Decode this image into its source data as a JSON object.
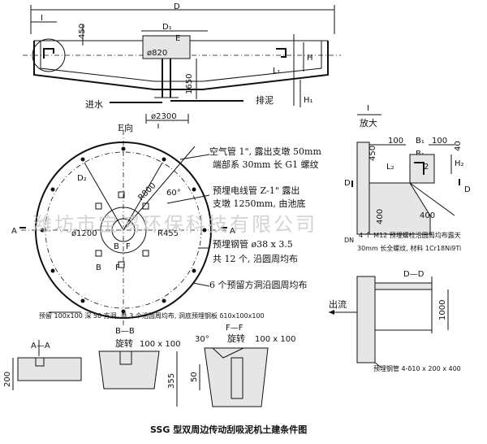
{
  "top_section": {
    "dim_D": "D",
    "dim_D1": "D₁",
    "label_E": "E",
    "dim_I": "I",
    "dim_450": "450",
    "dim_820": "ø820",
    "dim_1650": "1650",
    "dim_H": "H",
    "dim_H1": "H₁",
    "dim_L1": "L₁",
    "dim_2300": "ø2300",
    "inlet": "进水",
    "outlet": "排泥",
    "view_E": "E向"
  },
  "plan_view": {
    "dim_D2": "D₂",
    "dim_R800": "R800",
    "angle_60": "60°",
    "dim_1200": "ø1200",
    "dim_R455": "R455",
    "label_A_left": "A",
    "label_A_right": "A",
    "label_B1": "B",
    "label_B2": "B",
    "label_F1": "F",
    "label_F2": "F",
    "note_air_1": "空气管 1\", 露出支墩 50mm",
    "note_air_2": "端部系 30mm 长 G1 螺纹",
    "note_cable_1": "预埋电线管 Z-1\" 露出",
    "note_cable_2": "支墩 1250mm, 由池底",
    "note_steel_1": "预埋钢管 ø38 x 3.5",
    "note_steel_2": "共 12 个, 沿圆周均布",
    "note_holes": "6 个预留方洞沿圆周均布",
    "note_bottom": "预留 100x100 深 50 方洞, 共 3 个沿圆周均布, 洞底预埋钢板 δ10x100x100"
  },
  "detail_I": {
    "title_num": "I",
    "title_text": "放大",
    "dim_100a": "100",
    "dim_100b": "100",
    "dim_40": "40",
    "dim_B1a": "B₁",
    "dim_B1b": "B₁",
    "dim_450": "450",
    "dim_L2": "L₂",
    "dim_2": "2",
    "dim_H2": "H₂",
    "dim_400a": "400",
    "dim_400b": "400",
    "label_D_left": "D",
    "label_D_right": "D",
    "label_DN": "DN",
    "note_bolt": "4 个 M12 预埋螺栓沿圆周均布露天",
    "note_material": "30mm 长全螺纹, 材料 1Cr18Ni9Ti"
  },
  "detail_DD": {
    "title": "D—D",
    "outflow": "出流",
    "dim_1000": "1000",
    "note": "预埋钢管 4-δ10 x 200 x 400"
  },
  "section_AA": {
    "title": "A—A",
    "dim_200": "200"
  },
  "section_BB": {
    "title": "B—B",
    "rotate": "旋转",
    "dim": "100 x 100",
    "dim_355": "355"
  },
  "section_FF": {
    "title": "F—F",
    "angle": "30°",
    "rotate": "旋转",
    "dim": "100 x 100",
    "dim_50": "50"
  },
  "watermark": "潍坊市宝鸿环保科技有限公司",
  "caption": "SSG 型双周边传动刮吸泥机土建条件图"
}
